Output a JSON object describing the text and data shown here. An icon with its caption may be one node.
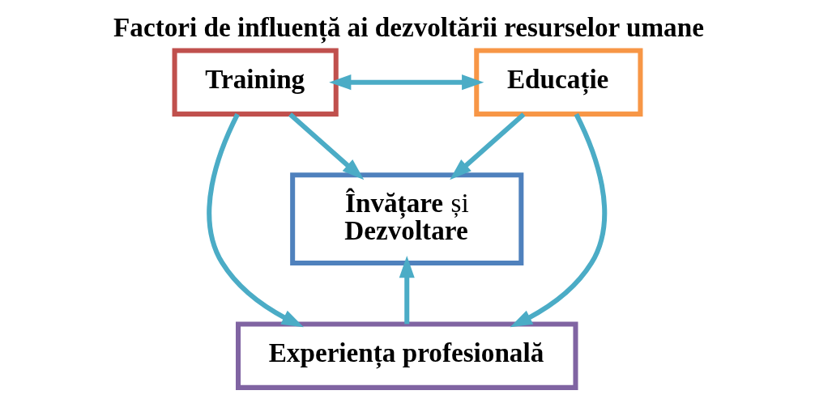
{
  "diagram": {
    "title": "Factori de influență ai dezvoltării resurselor umane",
    "nodes": [
      {
        "text": [
          "Training"
        ]
      },
      {
        "text": [
          "Educație"
        ]
      },
      {
        "text": [
          "**Învățare** și **Dezvoltare**"
        ]
      },
      {
        "text": [
          "Experiența profesională"
        ]
      }
    ],
    "edges": [
      {
        "from": 0,
        "to": 1,
        "arrow": "both"
      },
      {
        "from": 0,
        "to": 2,
        "arrow": "to"
      },
      {
        "from": 1,
        "to": 2,
        "arrow": "to"
      },
      {
        "from": 0,
        "to": 3,
        "arrow": "to"
      },
      {
        "from": 1,
        "to": 3,
        "arrow": "to"
      },
      {
        "from": 3,
        "to": 2,
        "arrow": "to"
      }
    ]
  }
}
